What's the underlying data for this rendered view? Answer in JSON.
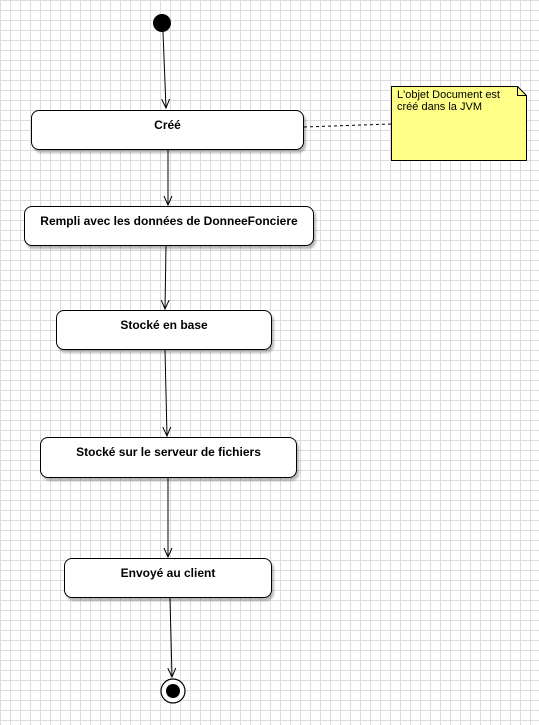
{
  "diagram": {
    "type": "uml-state-diagram",
    "initial_state": "start",
    "final_state": "end",
    "states": [
      {
        "id": "cree",
        "label": "Créé"
      },
      {
        "id": "rempli",
        "label": "Rempli avec les données de DonneeFonciere"
      },
      {
        "id": "stocke-base",
        "label": "Stocké en base"
      },
      {
        "id": "stocke-serveur",
        "label": "Stocké sur le serveur de fichiers"
      },
      {
        "id": "envoye",
        "label": "Envoyé au client"
      }
    ],
    "transitions": [
      [
        "start",
        "cree"
      ],
      [
        "cree",
        "rempli"
      ],
      [
        "rempli",
        "stocke-base"
      ],
      [
        "stocke-base",
        "stocke-serveur"
      ],
      [
        "stocke-serveur",
        "envoye"
      ],
      [
        "envoye",
        "end"
      ]
    ],
    "note": {
      "text": "L'objet Document est créé dans la JVM",
      "attached_to": "cree"
    }
  },
  "colors": {
    "background": "#ffffff",
    "grid": "#dcdcdc",
    "stroke": "#000000",
    "note_fill": "#ffff88"
  }
}
